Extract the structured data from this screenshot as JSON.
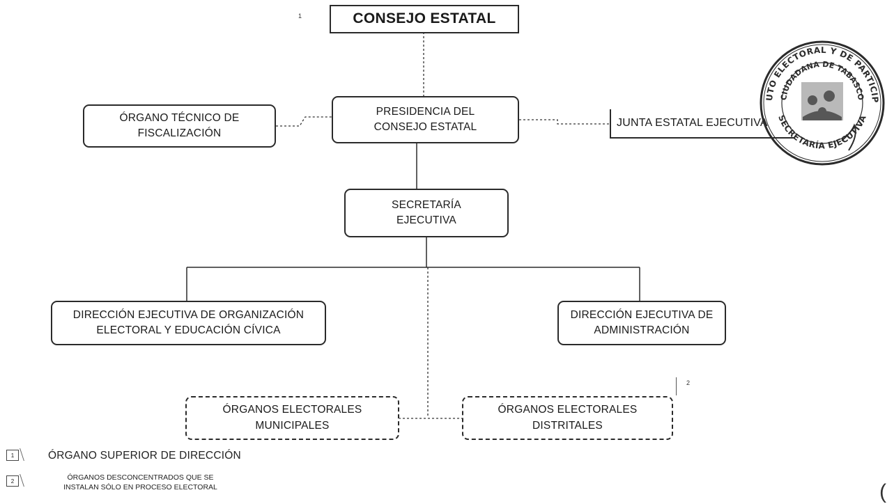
{
  "chart": {
    "consejo_estatal": "CONSEJO ESTATAL",
    "presidencia": [
      "PRESIDENCIA DEL",
      "CONSEJO ESTATAL"
    ],
    "organo_tecnico": [
      "ÓRGANO TÉCNICO DE",
      "FISCALIZACIÓN"
    ],
    "junta": "JUNTA ESTATAL EJECUTIVA",
    "secretaria": [
      "SECRETARÍA",
      "EJECUTIVA"
    ],
    "direccion_organizacion": [
      "DIRECCIÓN EJECUTIVA DE ORGANIZACIÓN",
      "ELECTORAL Y EDUCACIÓN CÍVICA"
    ],
    "direccion_administracion": [
      "DIRECCIÓN EJECUTIVA DE",
      "ADMINISTRACIÓN"
    ],
    "organos_municipales": [
      "ÓRGANOS ELECTORALES",
      "MUNICIPALES"
    ],
    "organos_distritales": [
      "ÓRGANOS ELECTORALES",
      "DISTRITALES"
    ],
    "marker_1": "1",
    "marker_2": "2"
  },
  "legend": {
    "item1_number": "1",
    "item1_text": "ÓRGANO SUPERIOR DE DIRECCIÓN",
    "item2_number": "2",
    "item2_text_line1": "ÓRGANOS DESCONCENTRADOS QUE SE",
    "item2_text_line2": "INSTALAN SÓLO EN PROCESO ELECTORAL"
  },
  "seal": {
    "text_outer": "INSTITUTO ELECTORAL Y DE PARTICIPACIÓN",
    "text_inner": "CIUDADANA DE TABASCO",
    "text_bottom": "SECRETARÍA EJECUTIVA"
  },
  "colors": {
    "line": "#2a2a2a",
    "seal_ink": "#2b2b2b"
  }
}
